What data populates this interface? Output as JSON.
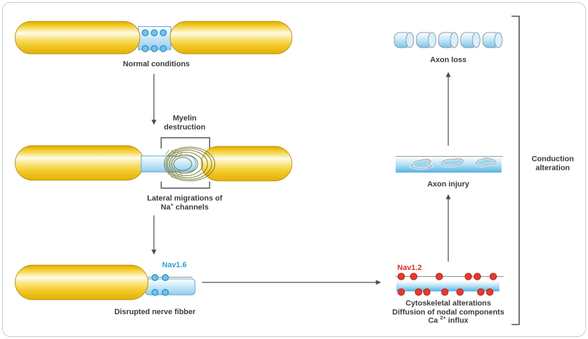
{
  "figure": {
    "type": "scientific-diagram",
    "subject": "Myelin destruction and axonal conduction alteration in a nerve fiber"
  },
  "labels": {
    "normal": "Normal conditions",
    "myelin_destruction": {
      "l1": "Myelin",
      "l2": "destruction"
    },
    "lateral": {
      "l1": "Lateral migrations of",
      "na": "Na",
      "sup": "+",
      "rest": " channels"
    },
    "nav16": "Nav1.6",
    "disrupted": "Disrupted nerve fibber",
    "axon_loss": "Axon loss",
    "axon_injury": "Axon injury",
    "nav12": "Nav1.2",
    "nodal": {
      "l1": "Cytoskeletal alterations",
      "l2": "Diffusion of nodal components",
      "ca": "Ca",
      "sup": "2+",
      "rest": " influx"
    },
    "conduction": {
      "l1": "Conduction",
      "l2": "alteration"
    }
  },
  "colors": {
    "myelin_gold": "#F0C31A",
    "myelin_outline": "#B8901F",
    "axon_fill": "#BCE2F6",
    "axon_outline": "#5BA7CE",
    "channel_fill": "#6FC4EA",
    "channel_outline": "#2E86C1",
    "nav16_text": "#2E9FD6",
    "nav12_text": "#D93025",
    "red_dot": "#E8392E",
    "red_dot_outline": "#B6231A",
    "label_text": "#3B3B3B",
    "arrow": "#4A4A4A",
    "frame_border": "#C9CDD0",
    "coil": "#6E6E1E",
    "fragment_outline": "#8A9AA6"
  }
}
